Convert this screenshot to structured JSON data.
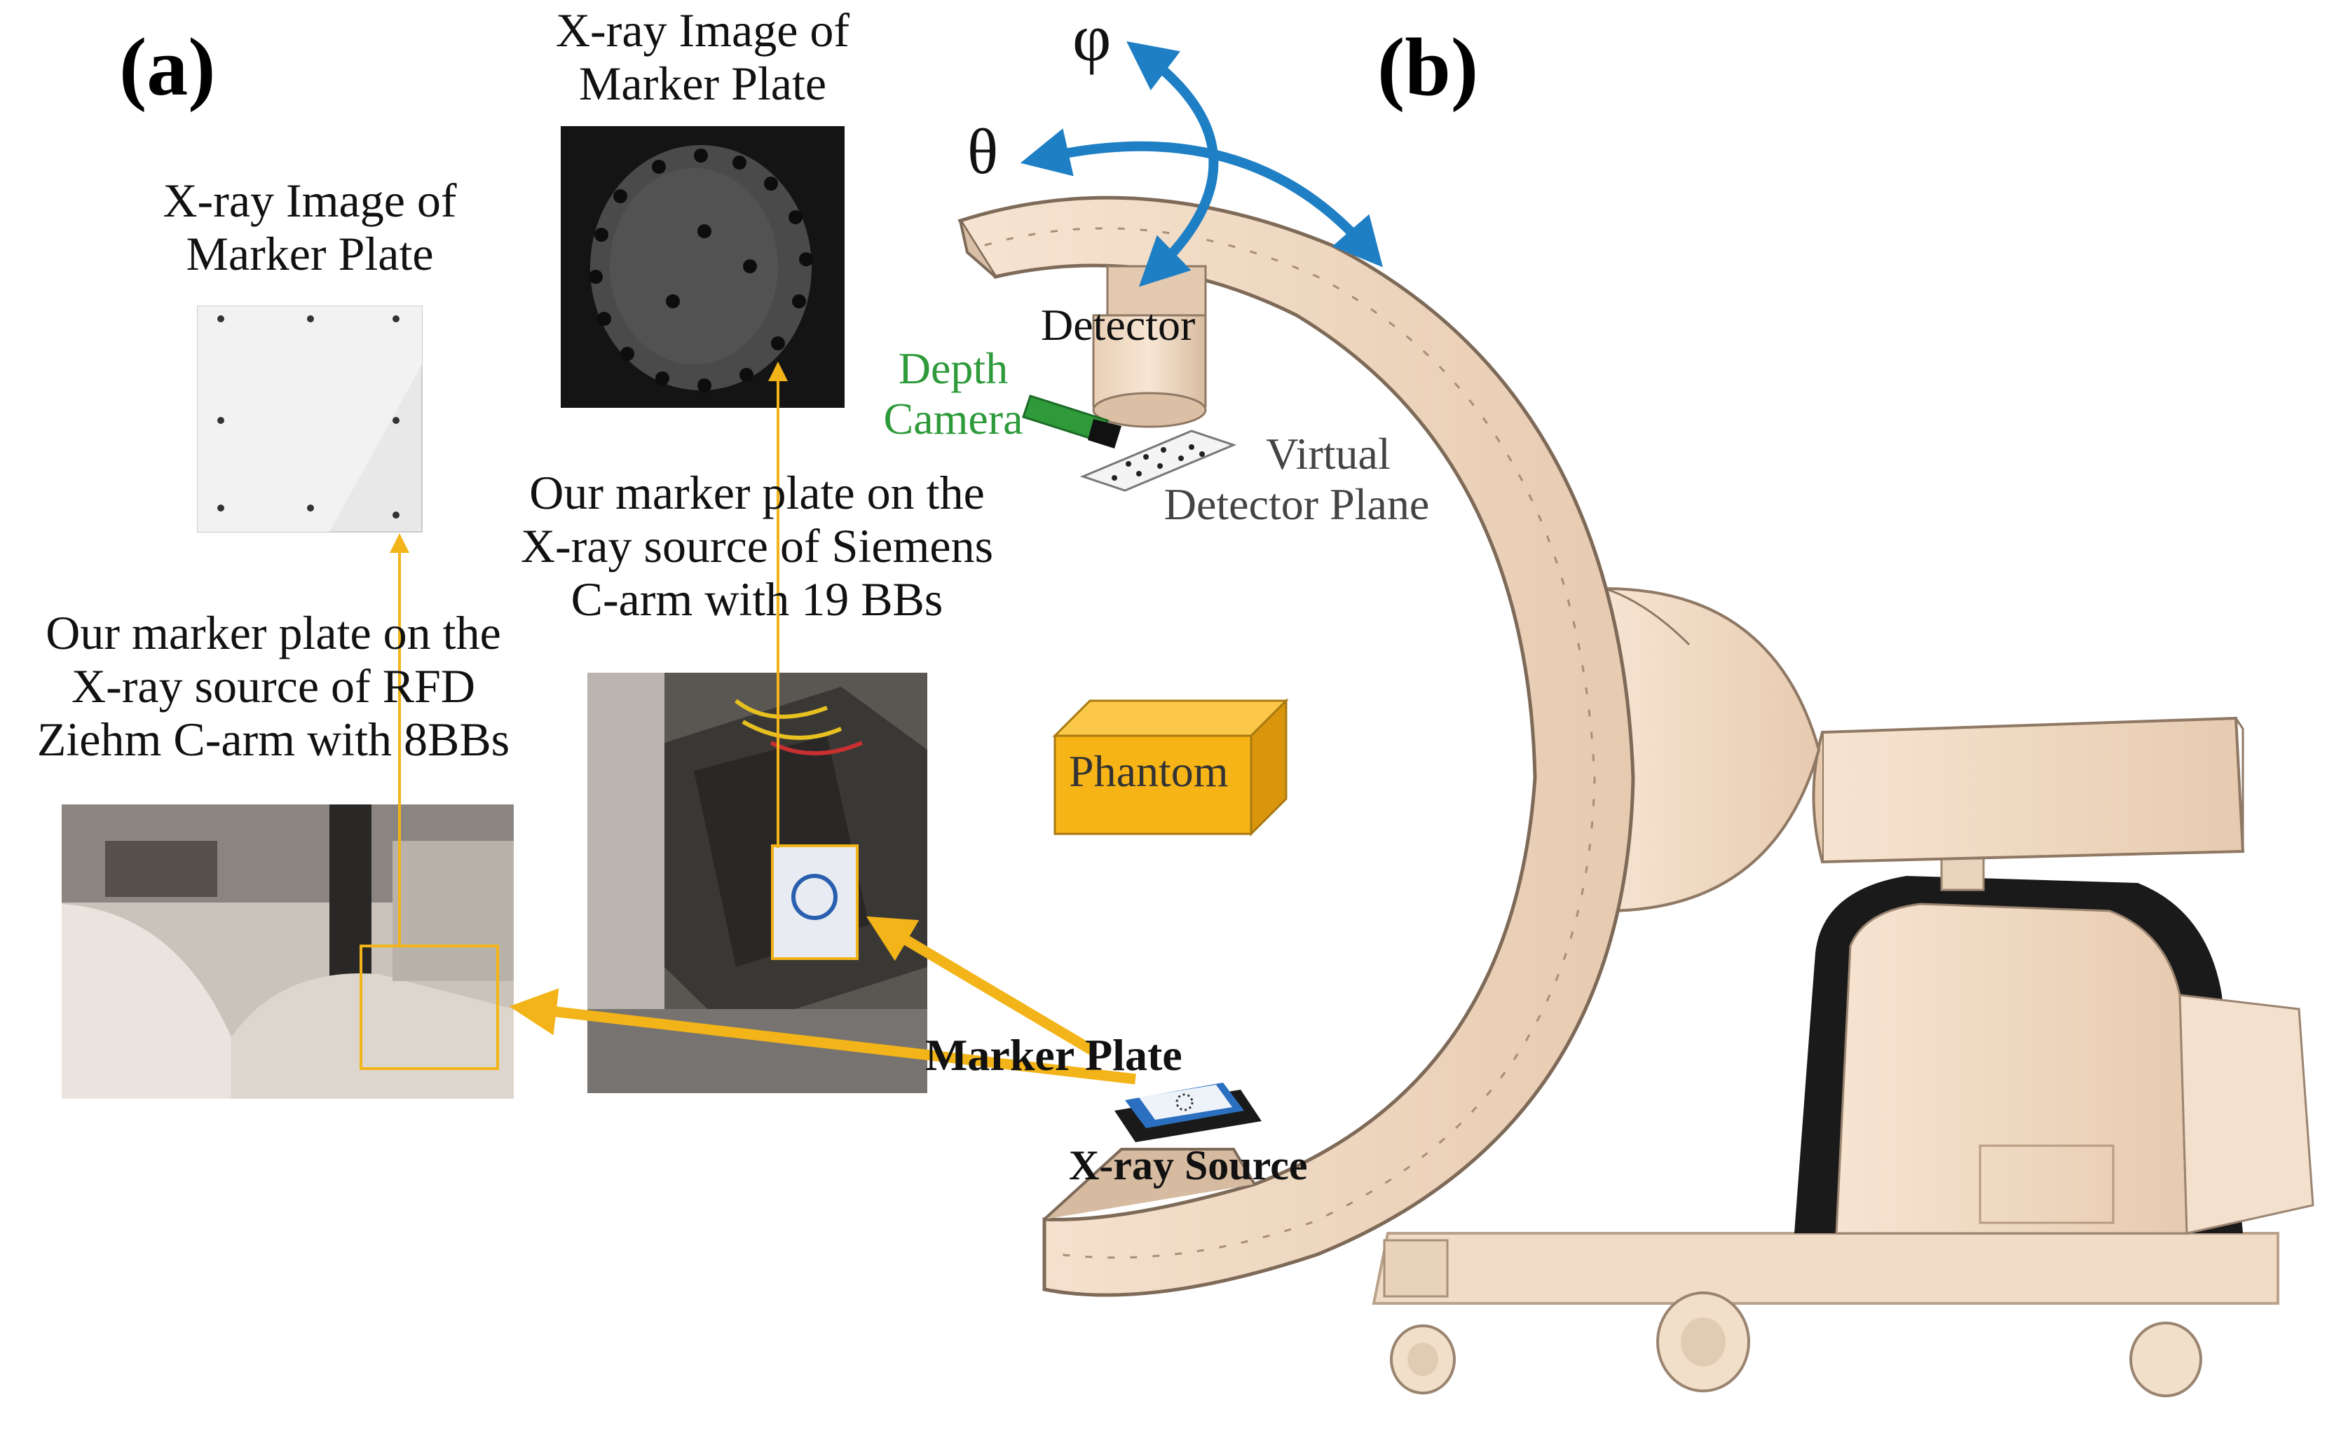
{
  "panel_labels": {
    "a": "(a)",
    "b": "(b)"
  },
  "rotation_labels": {
    "phi": "φ",
    "theta": "θ"
  },
  "xray_image_ziehm": {
    "line1": "X-ray Image of",
    "line2": "Marker Plate"
  },
  "xray_image_siemens": {
    "line1": "X-ray Image of",
    "line2": "Marker Plate"
  },
  "siemens_caption": {
    "line1": "Our marker plate on the",
    "line2": "X-ray source of Siemens",
    "line3": "C-arm with 19 BBs"
  },
  "ziehm_caption": {
    "line1": "Our marker plate on the",
    "line2": "X-ray source of RFD",
    "line3": "Ziehm C-arm with 8BBs"
  },
  "carm_labels": {
    "detector": "Detector",
    "depth_camera_1": "Depth",
    "depth_camera_2": "Camera",
    "virtual_plane_1": "Virtual",
    "virtual_plane_2": "Detector Plane",
    "phantom": "Phantom",
    "marker_plate": "Marker Plate",
    "xray_source": "X-ray Source"
  },
  "colors": {
    "arrow_blue": "#1f7fc4",
    "arrow_yellow": "#f2b418",
    "carm_body": "#f2ddc8",
    "phantom_fill": "#f7b417",
    "depth_camera_green": "#2e9a3a"
  }
}
